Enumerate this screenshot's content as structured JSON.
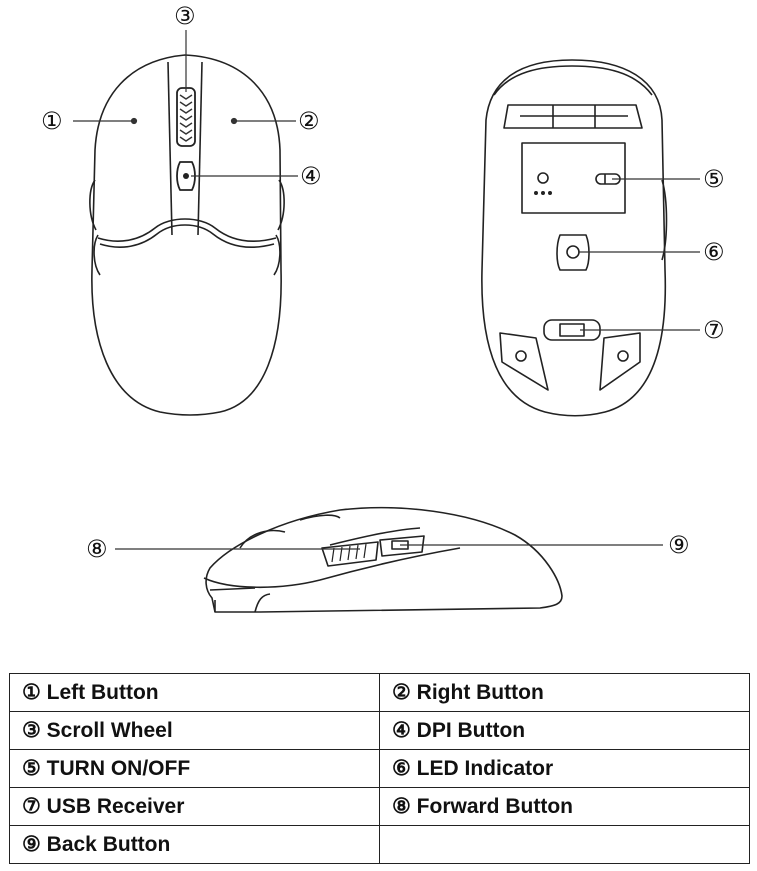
{
  "callouts": {
    "c1": "①",
    "c2": "②",
    "c3": "③",
    "c4": "④",
    "c5": "⑤",
    "c6": "⑥",
    "c7": "⑦",
    "c8": "⑧",
    "c9": "⑨"
  },
  "legend": [
    [
      "① Left Button",
      "② Right Button"
    ],
    [
      "③ Scroll Wheel",
      "④ DPI Button"
    ],
    [
      "⑤ TURN ON/OFF",
      "⑥ LED Indicator"
    ],
    [
      "⑦ USB Receiver",
      "⑧ Forward Button"
    ],
    [
      "⑨ Back Button",
      ""
    ]
  ]
}
